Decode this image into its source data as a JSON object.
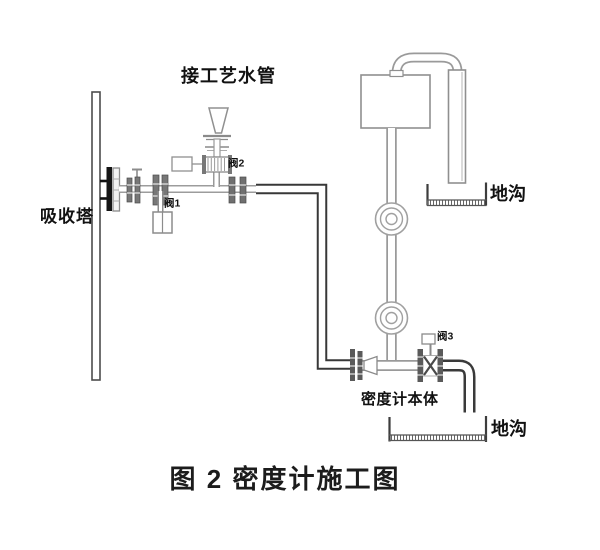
{
  "figure_caption": "图 2 密度计施工图",
  "labels": {
    "process_water_pipe": "接工艺水管",
    "absorption_tower": "吸收塔",
    "trench_upper": "地沟",
    "trench_lower": "地沟",
    "densimeter_body": "密度计本体",
    "valve_1": "阀1",
    "valve_2": "阀2",
    "valve_3": "阀3"
  },
  "colors": {
    "background": "#ffffff",
    "line_light": "#9a9a9a",
    "line_dark": "#383838",
    "text": "#111111"
  }
}
